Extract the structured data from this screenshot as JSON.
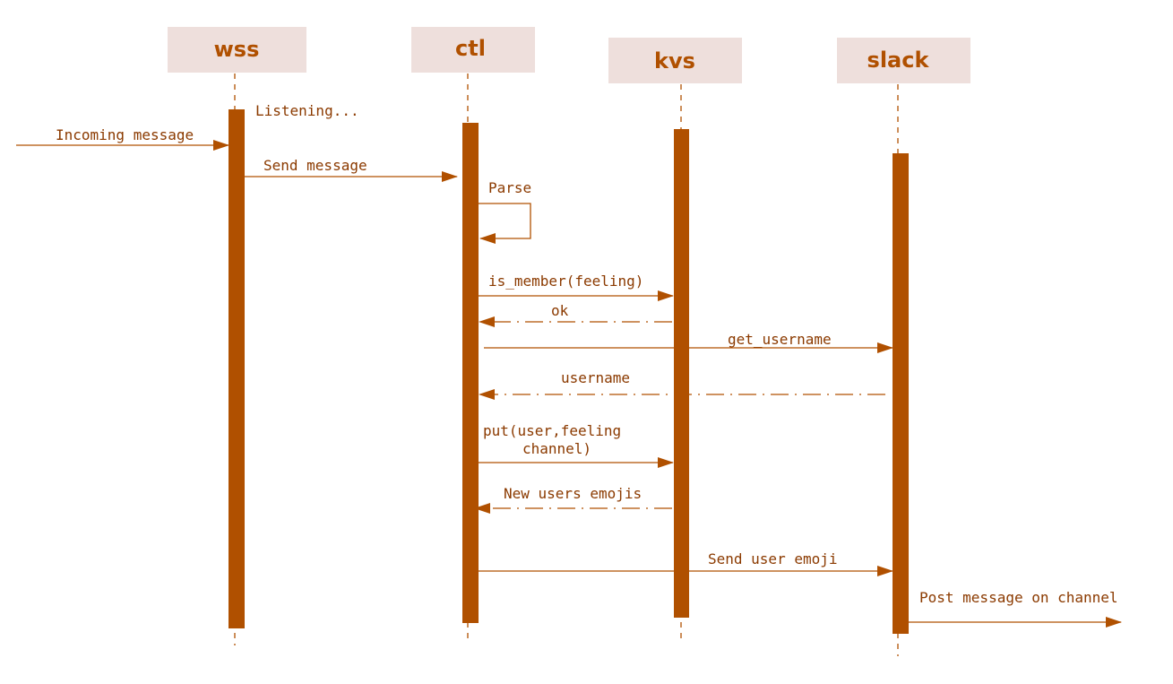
{
  "colors": {
    "accent": "#b05000",
    "text": "#8b3a00",
    "actor_box": "#eedfdc"
  },
  "actors": {
    "wss": "wss",
    "ctl": "ctl",
    "kvs": "kvs",
    "slack": "slack"
  },
  "messages": {
    "listening": "Listening...",
    "incoming": "Incoming message",
    "send_message": "Send message",
    "parse": "Parse",
    "is_member": "is_member(feeling)",
    "ok": "ok",
    "get_username": "get_username",
    "username": "username",
    "put_line1": "put(user,feeling",
    "put_line2": "channel)",
    "new_users_emojis": "New users emojis",
    "send_user_emoji": "Send user emoji",
    "post_message": "Post message on channel"
  }
}
